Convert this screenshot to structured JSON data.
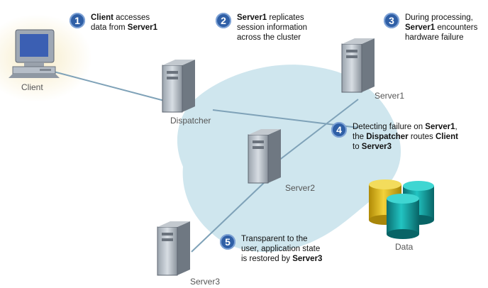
{
  "nodes": {
    "client": "Client",
    "dispatcher": "Dispatcher",
    "server1": "Server1",
    "server2": "Server2",
    "server3": "Server3",
    "data": "Data"
  },
  "steps": [
    {
      "number": "1",
      "parts": [
        {
          "text": "Client",
          "bold": true
        },
        {
          "text": " accesses"
        },
        {
          "br": true
        },
        {
          "text": "data from "
        },
        {
          "text": "Server1",
          "bold": true
        }
      ]
    },
    {
      "number": "2",
      "parts": [
        {
          "text": "Server1",
          "bold": true
        },
        {
          "text": " replicates"
        },
        {
          "br": true
        },
        {
          "text": "session information"
        },
        {
          "br": true
        },
        {
          "text": "across the cluster"
        }
      ]
    },
    {
      "number": "3",
      "parts": [
        {
          "text": "During processing,"
        },
        {
          "br": true
        },
        {
          "text": "Server1",
          "bold": true
        },
        {
          "text": " encounters"
        },
        {
          "br": true
        },
        {
          "text": "hardware failure"
        }
      ]
    },
    {
      "number": "4",
      "parts": [
        {
          "text": "Detecting failure on "
        },
        {
          "text": "Server1",
          "bold": true
        },
        {
          "text": ","
        },
        {
          "br": true
        },
        {
          "text": "the "
        },
        {
          "text": "Dispatcher",
          "bold": true
        },
        {
          "text": " routes "
        },
        {
          "text": "Client",
          "bold": true
        },
        {
          "br": true
        },
        {
          "text": "to "
        },
        {
          "text": "Server3",
          "bold": true
        }
      ]
    },
    {
      "number": "5",
      "parts": [
        {
          "text": "Transparent to the"
        },
        {
          "br": true
        },
        {
          "text": "user, application state"
        },
        {
          "br": true
        },
        {
          "text": "is restored by "
        },
        {
          "text": "Server3",
          "bold": true
        }
      ]
    }
  ],
  "colors": {
    "cluster_fill": "#cfe6ee",
    "client_glow": "#f7ecc8",
    "badge": "#2f5fa6",
    "line": "#7fa2b8",
    "cyl_yellow": "#e8c21c",
    "cyl_teal": "#14a3a3"
  }
}
